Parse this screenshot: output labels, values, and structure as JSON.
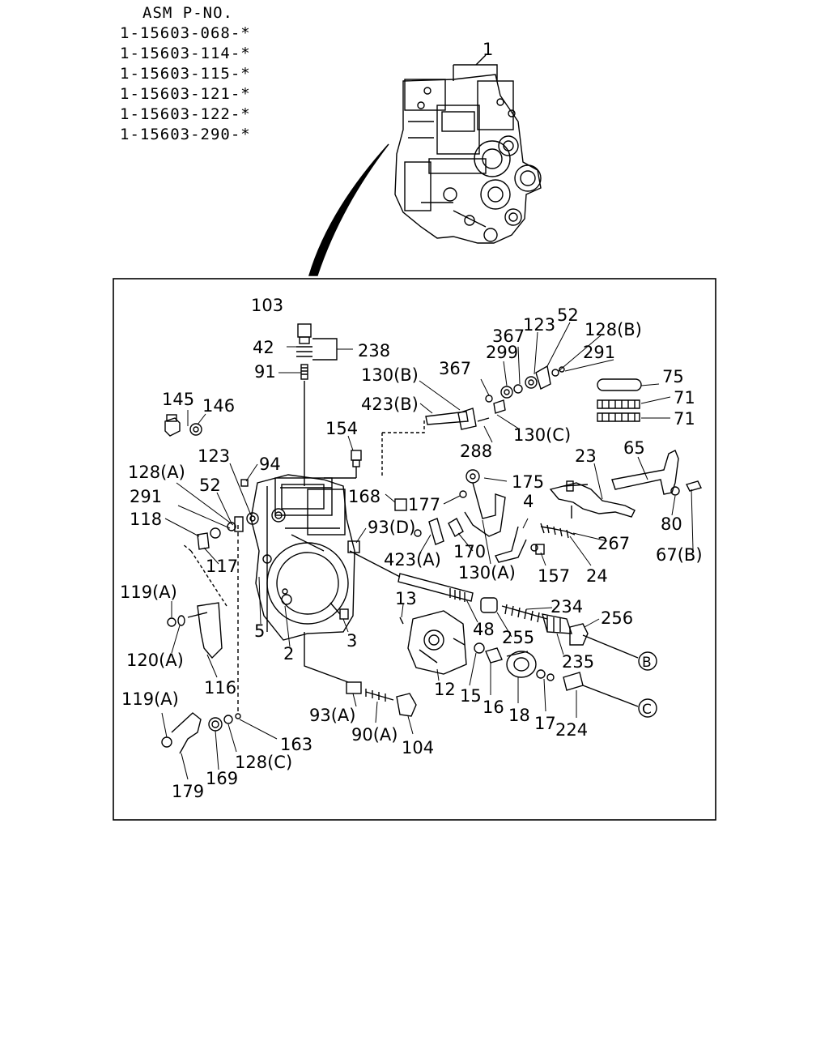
{
  "assembly": {
    "heading": "ASM P-NO.",
    "part_numbers": [
      "1-15603-068-*",
      "1-15603-114-*",
      "1-15603-115-*",
      "1-15603-121-*",
      "1-15603-122-*",
      "1-15603-290-*"
    ]
  },
  "callouts": {
    "main": "1",
    "c103": "103",
    "c42": "42",
    "c238": "238",
    "c91": "91",
    "c145": "145",
    "c146": "146",
    "c154": "154",
    "c130b": "130(B)",
    "c423b": "423(B)",
    "c367a": "367",
    "c299": "299",
    "c367b": "367",
    "c123a": "123",
    "c52a": "52",
    "c128b": "128(B)",
    "c291a": "291",
    "c75": "75",
    "c71a": "71",
    "c71b": "71",
    "c288": "288",
    "c130c": "130(C)",
    "c123b": "123",
    "c94": "94",
    "c128a": "128(A)",
    "c52b": "52",
    "c291b": "291",
    "c118": "118",
    "c117": "117",
    "c168": "168",
    "c177": "177",
    "c175": "175",
    "c23": "23",
    "c65": "65",
    "c80": "80",
    "c67b": "67(B)",
    "c93d": "93(D)",
    "c4": "4",
    "c267": "267",
    "c423a": "423(A)",
    "c170": "170",
    "c130a": "130(A)",
    "c157": "157",
    "c24": "24",
    "c119a1": "119(A)",
    "c120a": "120(A)",
    "c116": "116",
    "c5": "5",
    "c2": "2",
    "c3": "3",
    "c13": "13",
    "c48": "48",
    "c234": "234",
    "c255": "255",
    "c256": "256",
    "c235": "235",
    "c12": "12",
    "c15": "15",
    "c16": "16",
    "c18": "18",
    "c17": "17",
    "c224": "224",
    "c119a2": "119(A)",
    "c93a": "93(A)",
    "c90a": "90(A)",
    "c104": "104",
    "c163": "163",
    "c128c": "128(C)",
    "c169": "169",
    "c179": "179",
    "refB": "B",
    "refC": "C"
  }
}
